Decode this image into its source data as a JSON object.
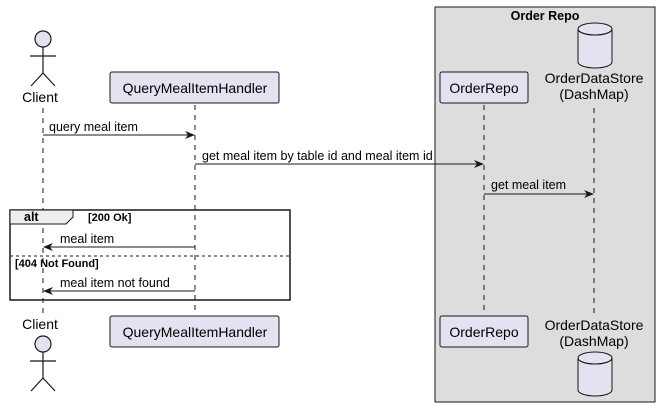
{
  "box": {
    "title": "Order Repo"
  },
  "participants": {
    "client": "Client",
    "handler": "QueryMealItemHandler",
    "repo": "OrderRepo",
    "store_line1": "OrderDataStore",
    "store_line2": "(DashMap)"
  },
  "messages": [
    "query meal item",
    "get meal item by table id and meal item id",
    "get meal item",
    "meal item",
    "meal item not found"
  ],
  "alt": {
    "keyword": "alt",
    "guard1": "[200 Ok]",
    "guard2": "[404 Not Found]"
  },
  "colors": {
    "participant_fill": "#E2E2F0",
    "participant_border": "#181818",
    "box_fill": "#DDDDDD",
    "lifeline": "#181818"
  }
}
